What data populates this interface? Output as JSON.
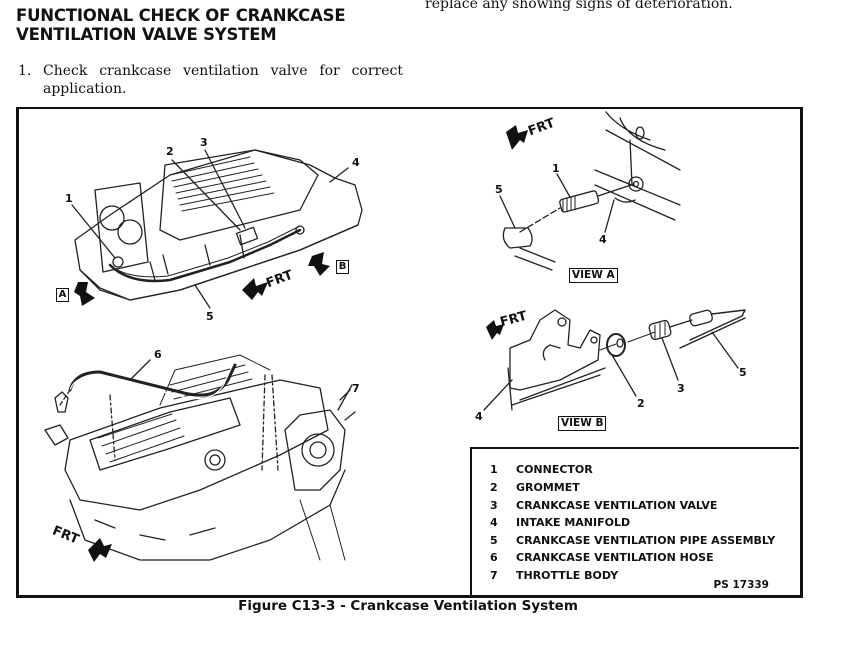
{
  "section": {
    "title_line1": "FUNCTIONAL CHECK OF CRANKCASE",
    "title_line2": "VENTILATION VALVE SYSTEM"
  },
  "right_column_text": "replace any showing signs of deterioration.",
  "steps": [
    {
      "number": "1.",
      "text": "Check crankcase ventilation valve for correct application."
    }
  ],
  "figure": {
    "caption": "Figure C13-3 - Crankcase Ventilation System",
    "reference": "PS 17339",
    "direction_label": "FRT",
    "view_a_label": "VIEW A",
    "view_b_label": "VIEW B",
    "view_a_marker": "A",
    "view_b_marker": "B",
    "callouts": {
      "top_left": [
        "1",
        "2",
        "3",
        "4",
        "5"
      ],
      "bottom_left": [
        "6",
        "7"
      ],
      "view_a": [
        "1",
        "5",
        "4"
      ],
      "view_b": [
        "2",
        "3",
        "5",
        "4"
      ]
    },
    "legend": [
      {
        "number": "1",
        "label": "CONNECTOR"
      },
      {
        "number": "2",
        "label": "GROMMET"
      },
      {
        "number": "3",
        "label": "CRANKCASE VENTILATION VALVE"
      },
      {
        "number": "4",
        "label": "INTAKE MANIFOLD"
      },
      {
        "number": "5",
        "label": "CRANKCASE VENTILATION PIPE ASSEMBLY"
      },
      {
        "number": "6",
        "label": "CRANKCASE VENTILATION HOSE"
      },
      {
        "number": "7",
        "label": "THROTTLE BODY"
      }
    ]
  }
}
